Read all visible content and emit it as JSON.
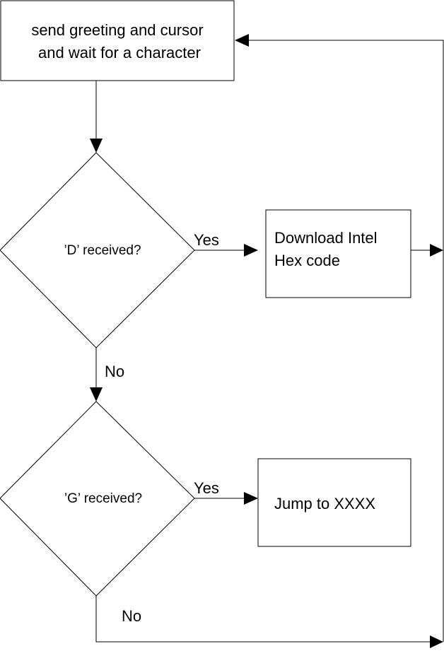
{
  "nodes": {
    "start": {
      "lines": [
        "send greeting and cursor",
        "and wait for a character"
      ]
    },
    "decision_d": {
      "label": "’D’ received?"
    },
    "download": {
      "lines": [
        "Download Intel",
        "Hex code"
      ]
    },
    "decision_g": {
      "label": "’G’ received?"
    },
    "jump": {
      "label": "Jump to XXXX"
    }
  },
  "edges": {
    "d_yes": "Yes",
    "d_no": "No",
    "g_yes": "Yes",
    "g_no": "No"
  }
}
